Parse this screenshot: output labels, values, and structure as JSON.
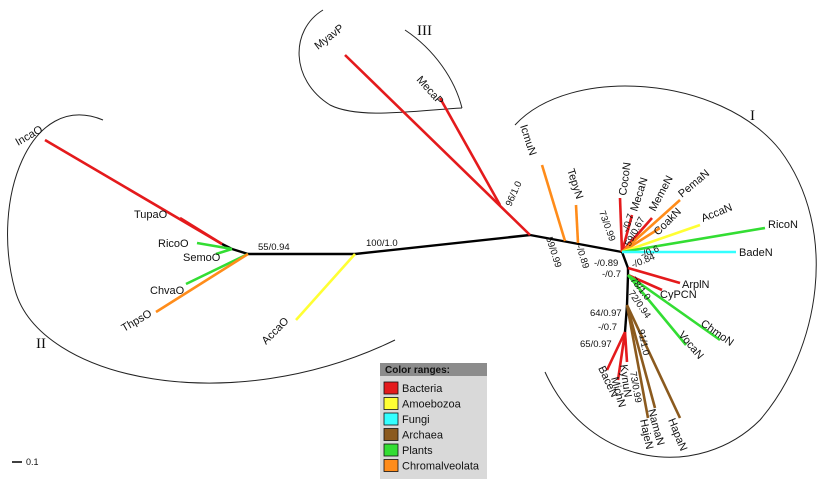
{
  "clades": {
    "I": "I",
    "II": "II",
    "III": "III"
  },
  "scale": {
    "label": "0.1"
  },
  "support": {
    "s1": "55/0.94",
    "s2": "100/1.0",
    "s3": "96/1.0",
    "s4": "59/0.99",
    "s5": "-/0.89",
    "s6": "73/0.99",
    "s7": "-/0.7",
    "s8": "59/0.67",
    "s9": "-/0.6",
    "s10": "-/0.84",
    "s11": "-/0.89",
    "s12": "-/0.7",
    "s13": "78/1.0",
    "s14": "72/0.94",
    "s15": "64/0.97",
    "s16": "-/0.7",
    "s17": "65/0.97",
    "s18": "91/1.0",
    "s19": "73/0.99"
  },
  "legend": {
    "title": "Color ranges:",
    "items": [
      {
        "label": "Bacteria",
        "color": "#e41a1c"
      },
      {
        "label": "Amoebozoa",
        "color": "#ffff33"
      },
      {
        "label": "Fungi",
        "color": "#33ffff"
      },
      {
        "label": "Archaea",
        "color": "#8b5a1e"
      },
      {
        "label": "Plants",
        "color": "#33dd33"
      },
      {
        "label": "Chromalveolata",
        "color": "#ff8c1a"
      }
    ]
  },
  "taxa": {
    "IncaO": "IncaO",
    "TupaO": "TupaO",
    "RicoO": "RicoO",
    "SemoO": "SemoO",
    "ChvaO": "ChvaO",
    "ThpsO": "ThpsO",
    "AccaO": "AccaO",
    "MyavP": "MyavP",
    "MecaP": "MecaP",
    "IcmuN": "IcmuN",
    "TepyN": "TepyN",
    "CocoN": "CocoN",
    "MecaN": "MecaN",
    "MemeN": "MemeN",
    "PemaN": "PemaN",
    "CoakN": "CoakN",
    "AccaN": "AccaN",
    "RicoN": "RicoN",
    "BadeN": "BadeN",
    "ArplN": "ArplN",
    "CyPCN": "CyPCN",
    "ChmoN": "ChmoN",
    "VocaN": "VocaN",
    "BaceN": "BaceN",
    "MichN": "MichN",
    "KynuN": "KynuN",
    "HajeN": "HajeN",
    "NamaN": "NamaN",
    "HapaN": "HapaN"
  }
}
